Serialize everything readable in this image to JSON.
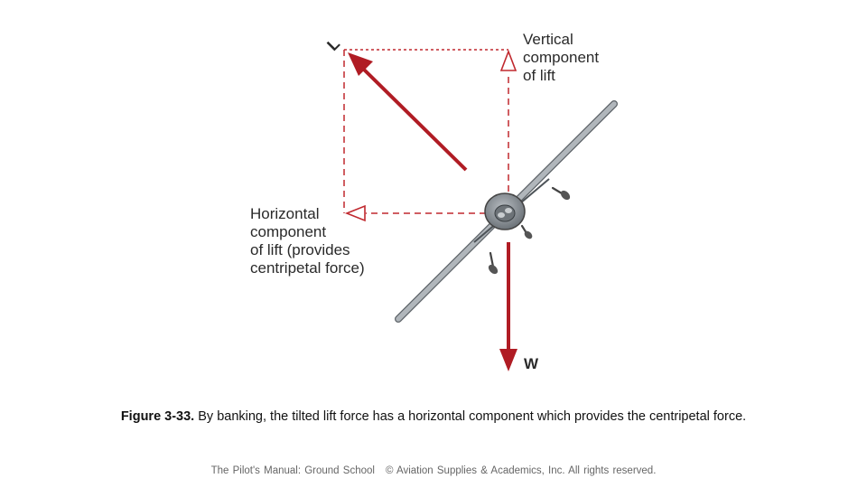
{
  "diagram": {
    "lift_label": "L",
    "weight_label": "W",
    "vertical_label": "Vertical\ncomponent\nof lift",
    "horizontal_label": "Horizontal\ncomponent\nof lift (provides\ncentripetal force)",
    "arrow_color": "#b01c24",
    "dash_color": "#c0282e",
    "aircraft_color": "#a7adb3"
  },
  "caption": {
    "figure_number": "Figure 3-33.",
    "text": " By banking, the tilted lift force has a horizontal component which provides the centripetal force."
  },
  "footer": {
    "book_title": "The Pilot's Manual: Ground School",
    "copyright": "© Aviation Supplies & Academics, Inc. All rights reserved."
  }
}
